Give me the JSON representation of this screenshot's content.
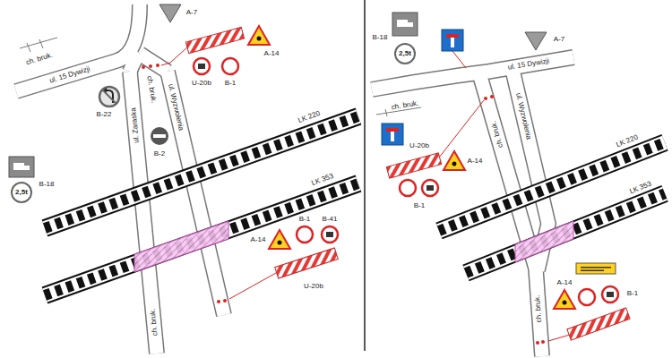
{
  "diagram": {
    "nodes": [
      {
        "text": [
          "2,5t"
        ]
      },
      {
        "text": [
          "2,5t"
        ]
      }
    ],
    "labels": [
      "A-7",
      "ch. bruk.",
      "ul. 15 Dywizji",
      "A-14",
      "U-20b",
      "B-1",
      "B-22",
      "ch. bruk.",
      "ul. Zaraska",
      "ul. Wyzwolenia",
      "B-2",
      "B-18",
      "LK 220",
      "LK 353",
      "A-14",
      "B-1",
      "B-41",
      "U-20b",
      "ch. bruk.",
      "B-18",
      "A-7",
      "ch. bruk.",
      "ul. 15 Dywizji",
      "ul. Wyzwolenia",
      "ch. bruk.",
      "U-20b",
      "A-14",
      "B-1",
      "LK 220",
      "LK 353",
      "A-14",
      "B-1",
      "ch. bruk."
    ]
  }
}
